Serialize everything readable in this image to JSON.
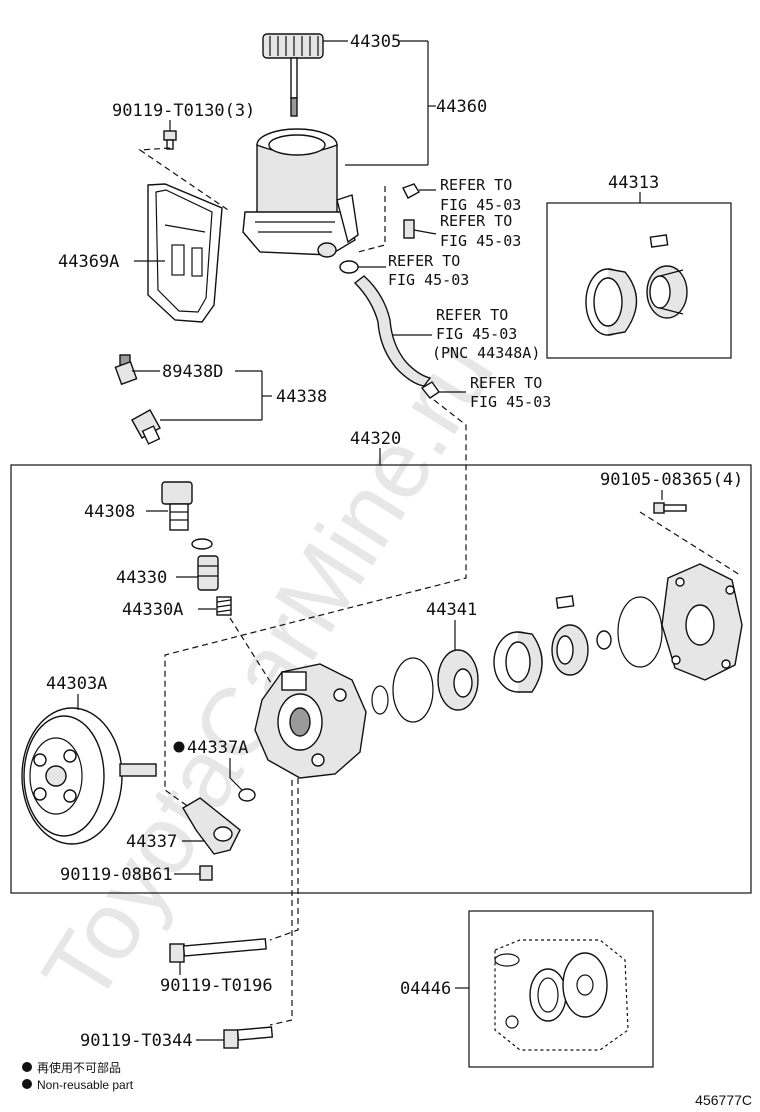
{
  "callouts": {
    "p44305": "44305",
    "p44360": "44360",
    "p90119_T0130": "90119-T0130(3)",
    "p44369A": "44369A",
    "refer1_line1": "REFER TO",
    "refer1_line2": "FIG 45-03",
    "refer2_line1": "REFER TO",
    "refer2_line2": "FIG 45-03",
    "refer3_line1": "REFER TO",
    "refer3_line2": "FIG 45-03",
    "refer4_line1": "REFER TO",
    "refer4_line2": "FIG 45-03",
    "refer4_line3": "(PNC 44348A)",
    "refer5_line1": "REFER TO",
    "refer5_line2": "FIG 45-03",
    "p44313": "44313",
    "p89438D": "89438D",
    "p44338": "44338",
    "p44320": "44320",
    "p90105_08365": "90105-08365(4)",
    "p44308": "44308",
    "p44330": "44330",
    "p44330A": "44330A",
    "p44341": "44341",
    "p44303A": "44303A",
    "p44337A": "44337A",
    "p44337": "44337",
    "p90119_08B61": "90119-08B61",
    "p90119_T0196": "90119-T0196",
    "p04446": "04446",
    "p90119_T0344": "90119-T0344"
  },
  "legend": {
    "line1": "再使用不可部品",
    "line2": "Non-reusable part"
  },
  "figure_id": "456777C",
  "watermark": "ToyotaCarMine.ru"
}
